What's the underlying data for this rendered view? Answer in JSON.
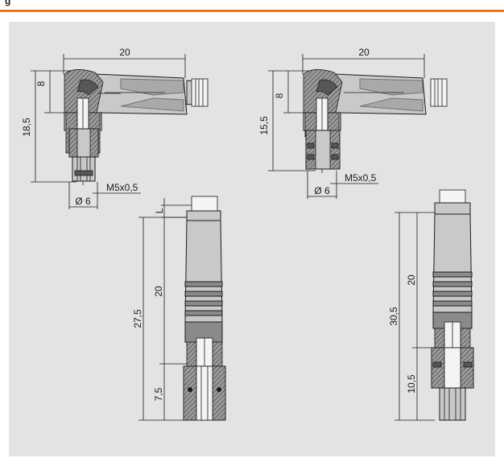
{
  "header": {
    "mark": "g"
  },
  "drawings": {
    "top_left": {
      "width": "20",
      "height_total": "18,5",
      "height_upper": "8",
      "thread": "M5x0,5",
      "diameter": "Ø 6"
    },
    "top_right": {
      "width": "20",
      "height_total": "15,5",
      "height_upper": "8",
      "thread": "M5x0,5",
      "diameter": "Ø 6"
    },
    "bottom_left": {
      "length_l": "L",
      "length_total": "27,5",
      "length_upper": "20",
      "length_lower": "7,5"
    },
    "bottom_right": {
      "length_total": "30,5",
      "length_upper": "20",
      "length_lower": "10,5"
    }
  },
  "colors": {
    "accent": "#ee7623",
    "panel": "#e3e3e3"
  }
}
